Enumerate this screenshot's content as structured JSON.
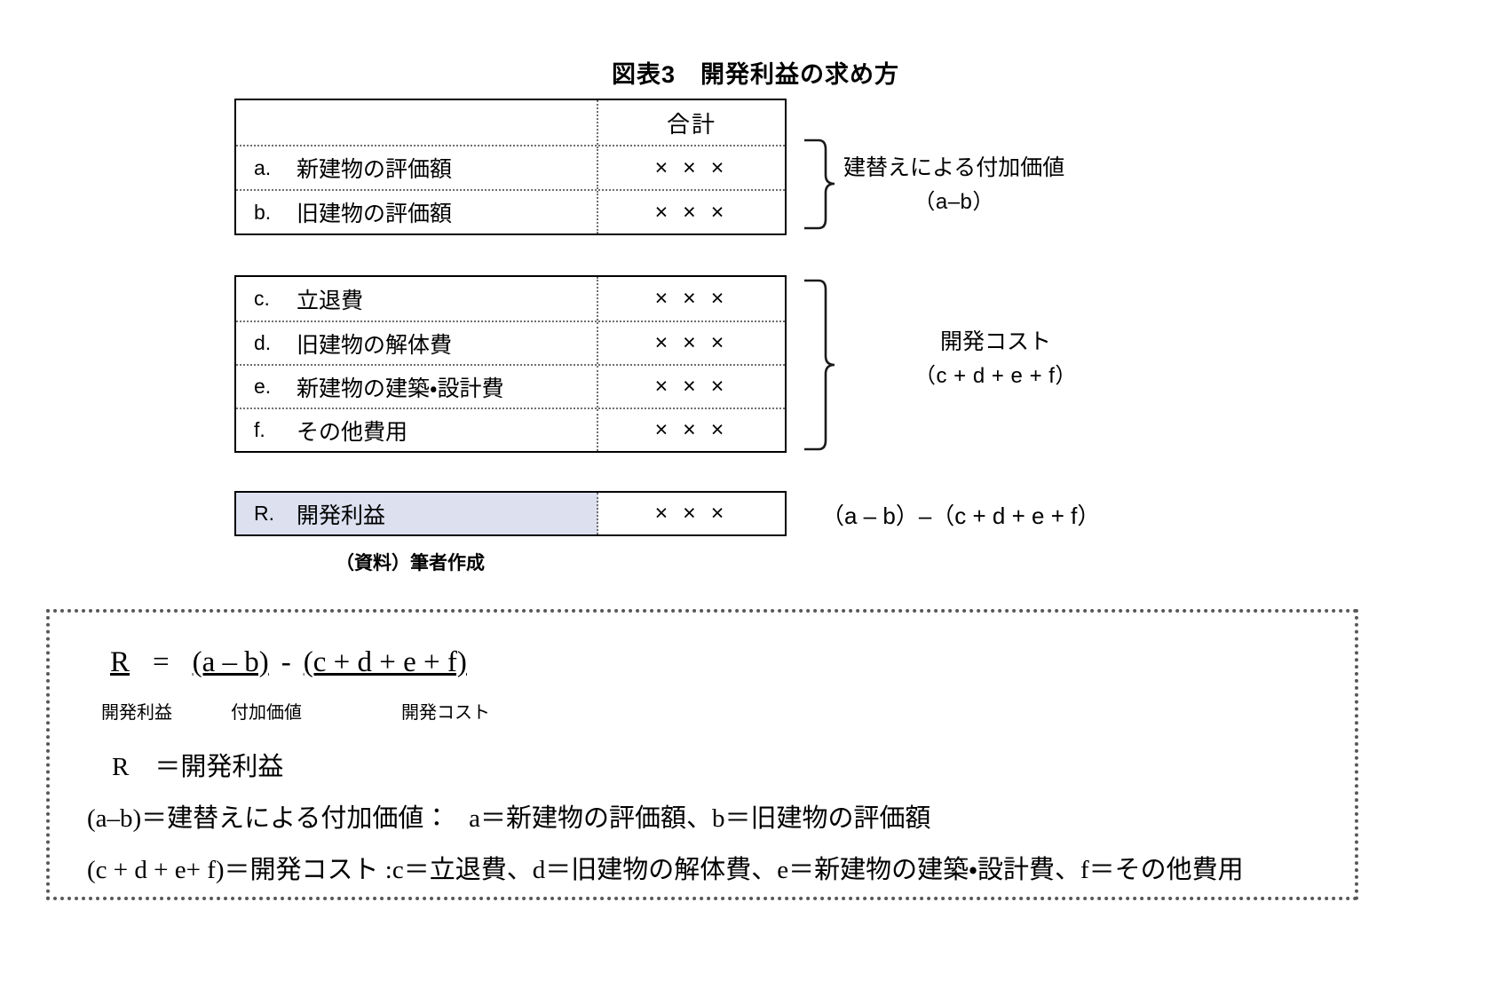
{
  "figure": {
    "title": "図表3　開発利益の求め方",
    "source_note": "（資料）筆者作成"
  },
  "table_value": {
    "header": {
      "label": "",
      "value": "合計"
    },
    "rows": [
      {
        "key": "a.",
        "label": "新建物の評価額",
        "value": "× × ×"
      },
      {
        "key": "b.",
        "label": "旧建物の評価額",
        "value": "× × ×"
      }
    ],
    "annotation": {
      "title": "建替えによる付加価値",
      "formula": "（a–b）"
    }
  },
  "table_cost": {
    "rows": [
      {
        "key": "c.",
        "label": "立退費",
        "value": "× × ×"
      },
      {
        "key": "d.",
        "label": "旧建物の解体費",
        "value": "× × ×"
      },
      {
        "key": "e.",
        "label": "新建物の建築・設計費",
        "value": "× × ×"
      },
      {
        "key": "f.",
        "label": "その他費用",
        "value": "× × ×"
      }
    ],
    "annotation": {
      "title": "開発コスト",
      "formula": "（c + d + e + f）"
    }
  },
  "table_result": {
    "row": {
      "key": "R.",
      "label": "開発利益",
      "value": "× × ×"
    },
    "annotation": "（a – b）–（c + d + e + f）",
    "highlight_color": "#dce0ef"
  },
  "formula_box": {
    "main": {
      "r": "R",
      "equals": "=",
      "added_value": "(a – b)",
      "minus": "-",
      "cost": "(c + d + e + f)"
    },
    "under_labels": {
      "r": "開発利益",
      "added_value": "付加価値",
      "cost": "開発コスト"
    },
    "legend": [
      "R　＝開発利益",
      "(a–b)＝建替えによる付加価値 ：　a＝新建物の評価額、b＝旧建物の評価額",
      "(c + d + e+ f)＝開発コスト :c＝立退費、d＝旧建物の解体費、e＝新建物の建築・設計費、f＝その他費用"
    ]
  }
}
